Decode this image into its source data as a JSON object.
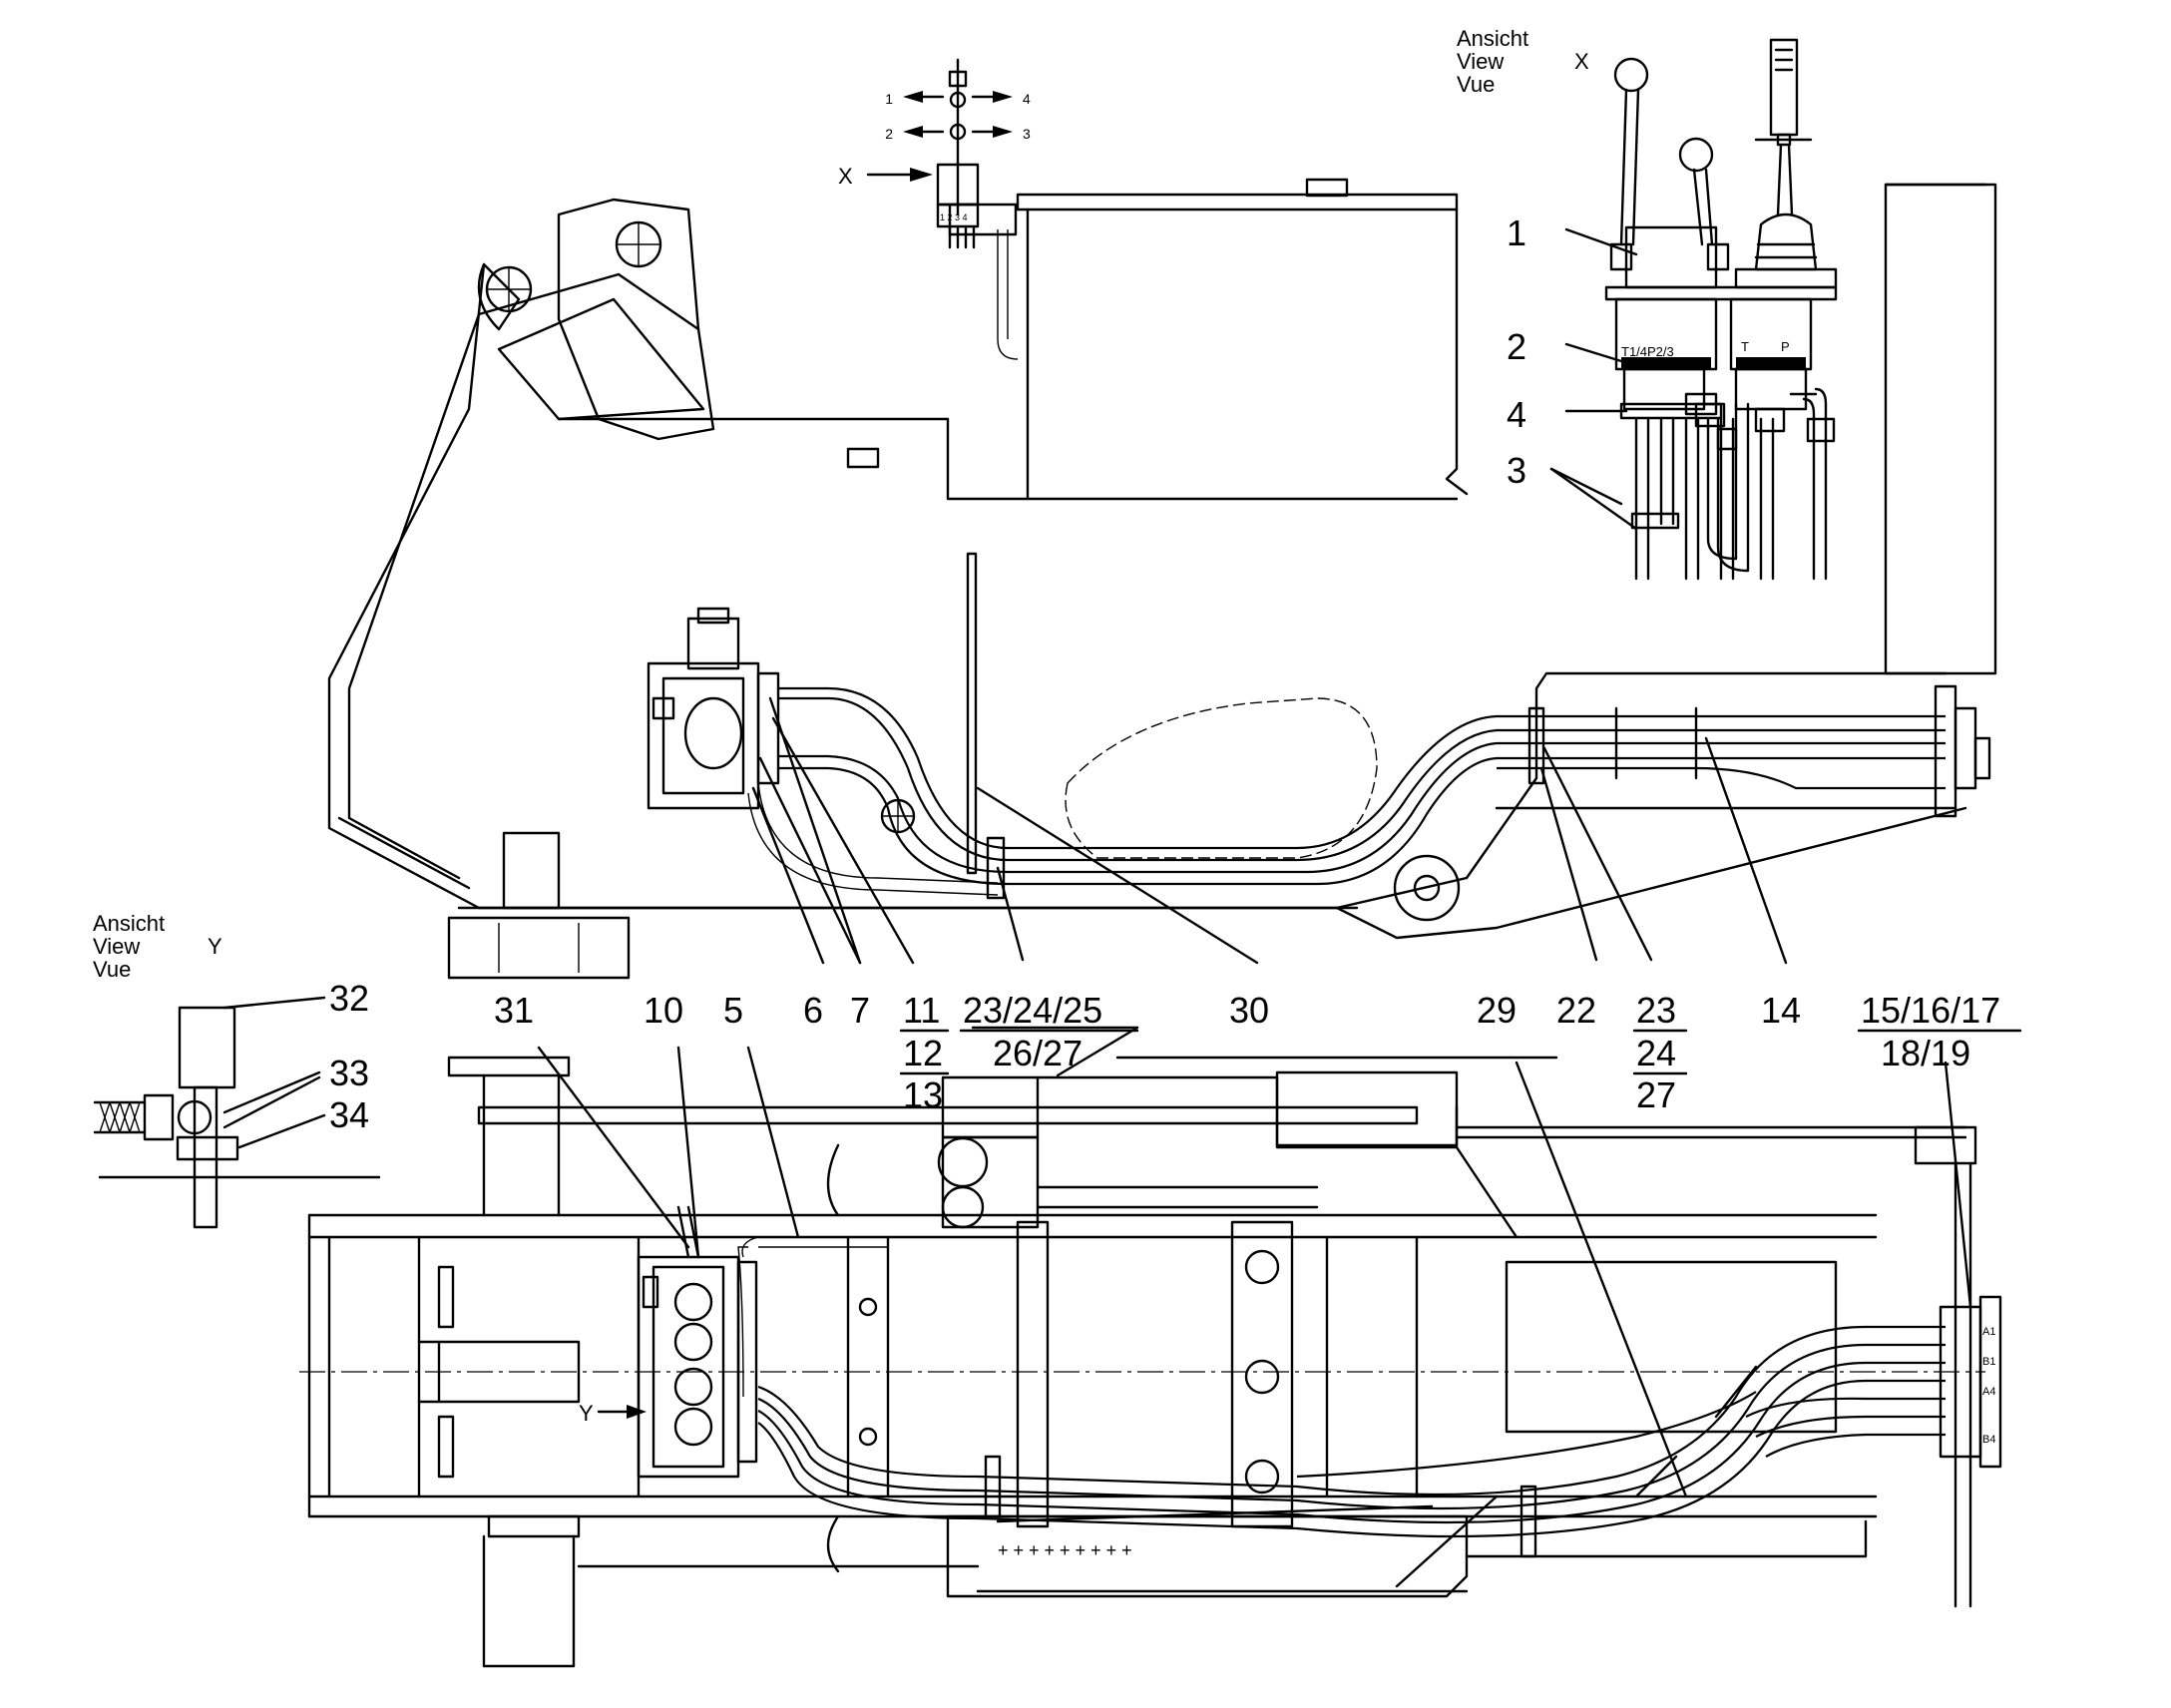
{
  "views": {
    "x": {
      "ansicht": "Ansicht",
      "view": "View",
      "vue": "Vue",
      "letter": "X"
    },
    "y": {
      "ansicht": "Ansicht",
      "view": "View",
      "vue": "Vue",
      "letter": "Y"
    }
  },
  "markers": {
    "x_arrow": "X",
    "y_arrow": "Y"
  },
  "lever_diagram": {
    "dir1": "1",
    "dir2": "2",
    "dir3": "3",
    "dir4": "4",
    "ports": "1 2 3 4"
  },
  "valve_ports": {
    "pilot": "T1/4P2/3",
    "t": "T",
    "p": "P"
  },
  "block_ports": [
    "A1",
    "B1",
    "A4",
    "B4"
  ],
  "callouts": {
    "c1": "1",
    "c2": "2",
    "c3": "3",
    "c4": "4",
    "c5": "5",
    "c6": "6",
    "c7": "7",
    "c10": "10",
    "c11": "11",
    "c12": "12",
    "c13": "13",
    "c14": "14",
    "c22": "22",
    "c23a": "23/24/25",
    "c23b": "26/27",
    "c23s": "23",
    "c24s": "24",
    "c27s": "27",
    "c15a": "15/16/17",
    "c15b": "18/19",
    "c29": "29",
    "c30": "30",
    "c31": "31",
    "c32": "32",
    "c33": "33",
    "c34": "34"
  }
}
